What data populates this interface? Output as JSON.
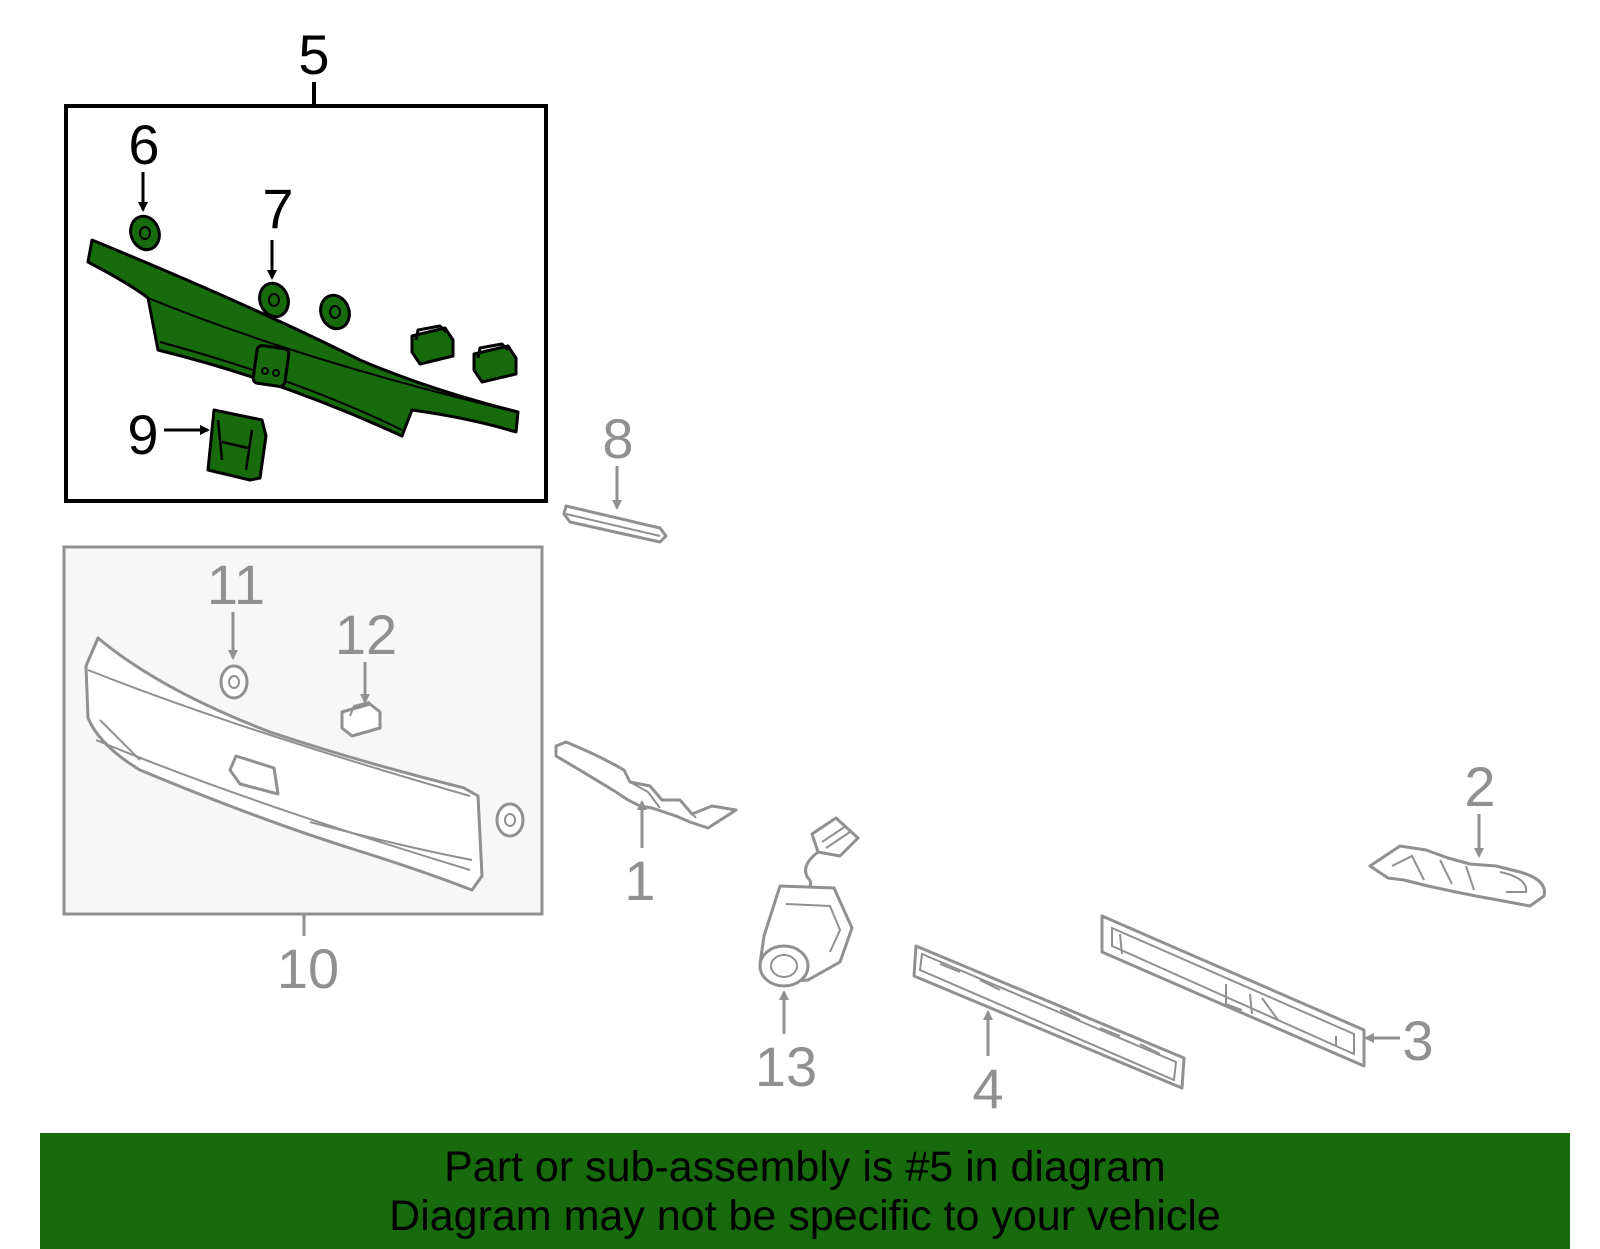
{
  "colors": {
    "highlight_fill": "#176b0d",
    "highlight_stroke": "#000000",
    "other_parts": "#909090",
    "banner_bg": "#176b0d"
  },
  "callouts": {
    "c1": "1",
    "c2": "2",
    "c3": "3",
    "c4": "4",
    "c5": "5",
    "c6": "6",
    "c7": "7",
    "c8": "8",
    "c9": "9",
    "c10": "10",
    "c11": "11",
    "c12": "12",
    "c13": "13"
  },
  "banner": {
    "line1": "Part or sub-assembly is #5 in diagram",
    "line2": "Diagram may not be specific to your vehicle"
  }
}
